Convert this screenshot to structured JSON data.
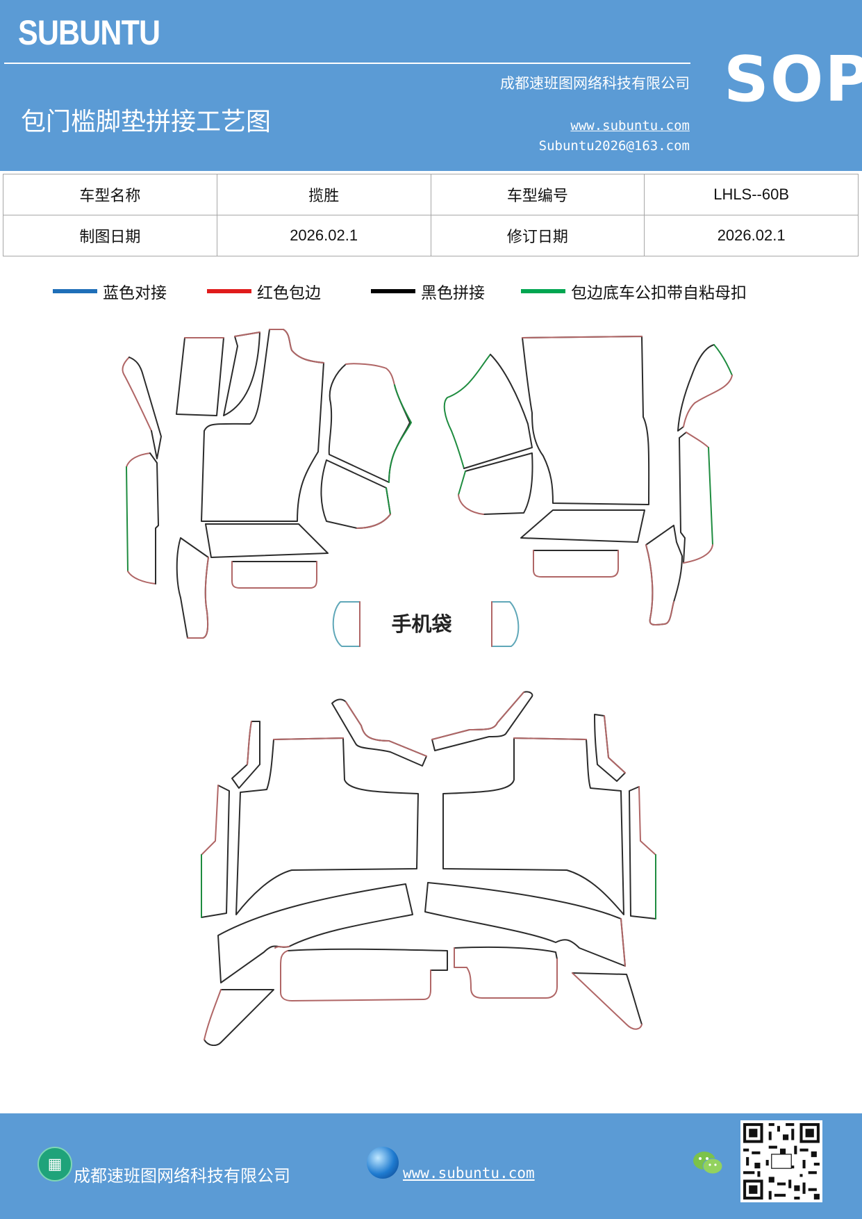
{
  "header": {
    "brand": "SUBUNTU",
    "company": "成都速班图网络科技有限公司",
    "title": "包门槛脚垫拼接工艺图",
    "website": "www.subuntu.com",
    "email": "Subuntu2026@163.com",
    "badge": "SOP"
  },
  "info": {
    "model_name_label": "车型名称",
    "model_name": "揽胜",
    "model_code_label": "车型编号",
    "model_code": "LHLS--60B",
    "draw_date_label": "制图日期",
    "draw_date": "2026.02.1",
    "revise_date_label": "修订日期",
    "revise_date": "2026.02.1"
  },
  "legend": [
    {
      "label": "蓝色对接",
      "color": "#1f6fb8"
    },
    {
      "label": "红色包边",
      "color": "#e01b1b"
    },
    {
      "label": "黑色拼接",
      "color": "#000000"
    },
    {
      "label": "包边底车公扣带自粘母扣",
      "color": "#00a651"
    }
  ],
  "diagram": {
    "phone_pocket_label": "手机袋",
    "colors": {
      "black": "#2b2b2b",
      "red": "#b06666",
      "green": "#1e8c3f",
      "blue": "#5fa7b8"
    }
  },
  "footer": {
    "company": "成都速班图网络科技有限公司",
    "website": "www.subuntu.com"
  },
  "colors": {
    "accent": "#5b9bd5"
  }
}
